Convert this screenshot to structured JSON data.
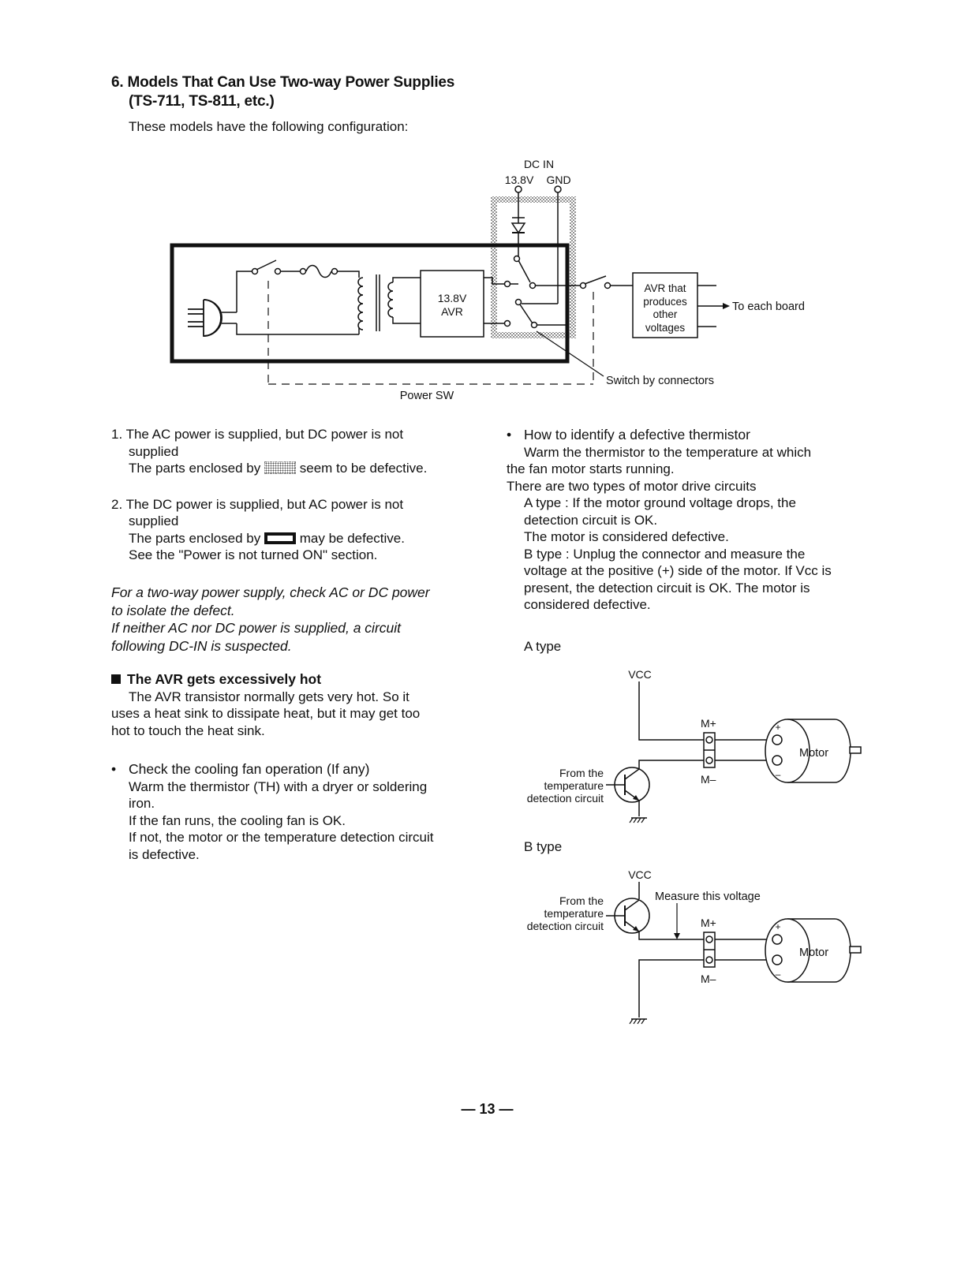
{
  "section": {
    "title_line1": "6. Models That Can Use Two-way Power Supplies",
    "title_line2": "(TS-711, TS-811, etc.)",
    "intro": "These models have the following configuration:"
  },
  "diagram_main": {
    "dc_in": "DC IN",
    "v138": "13.8V",
    "gnd": "GND",
    "avr_line1": "13.8V",
    "avr_line2": "AVR",
    "avr_other_1": "AVR that",
    "avr_other_2": "produces",
    "avr_other_3": "other",
    "avr_other_4": "voltages",
    "to_each_board": "To each board",
    "switch_by_connectors": "Switch by connectors",
    "power_sw": "Power SW"
  },
  "left": {
    "item1_line1": "1. The AC power is supplied, but DC power is not",
    "item1_line2": "supplied",
    "item1_line3a": "The parts enclosed by",
    "item1_line3b": "seem to be defective.",
    "item2_line1": "2. The DC power is supplied, but AC power is not",
    "item2_line2": "supplied",
    "item2_line3a": "The parts enclosed by",
    "item2_line3b": "may be defective.",
    "item2_line4": "See the \"Power is not turned ON\" section.",
    "italic_1": "For a two-way power supply, check AC or DC power",
    "italic_2": "to isolate the defect.",
    "italic_3": "If neither AC nor DC power is supplied, a circuit",
    "italic_4": "following DC-IN is suspected.",
    "avr_head": "The AVR gets excessively hot",
    "avr_1": "The AVR transistor normally gets very hot.  So it",
    "avr_2": "uses a heat sink to dissipate heat, but it may get too",
    "avr_3": "hot to touch the heat sink.",
    "fan_head": "Check the cooling fan operation  (If any)",
    "fan_1": "Warm the thermistor (TH) with a dryer or soldering",
    "fan_2": "iron.",
    "fan_3": "If the fan runs, the cooling fan is OK.",
    "fan_4": "If not, the motor or the temperature detection circuit",
    "fan_5": "is defective."
  },
  "right": {
    "therm_head": "How to identify a defective thermistor",
    "therm_1": "Warm the thermistor to the temperature at which",
    "therm_2": "the fan motor starts running.",
    "therm_3": "There are two types of motor drive circuits",
    "a_1": "A type : If the motor ground voltage drops, the",
    "a_2": "detection circuit is OK.",
    "a_3": "The motor is considered defective.",
    "b_1": "B type : Unplug the connector and measure the",
    "b_2": "voltage at the positive (+) side of the motor.  If Vcc is",
    "b_3": "present, the detection circuit is OK.  The motor is",
    "b_4": "considered defective.",
    "a_type_label": "A type",
    "b_type_label": "B type"
  },
  "circuit_a": {
    "vcc": "VCC",
    "m_plus": "M+",
    "m_minus": "M–",
    "motor": "Motor",
    "from1": "From the",
    "from2": "temperature",
    "from3": "detection circuit",
    "plus": "+",
    "minus": "–"
  },
  "circuit_b": {
    "vcc": "VCC",
    "measure": "Measure this voltage",
    "m_plus": "M+",
    "m_minus": "M–",
    "motor": "Motor",
    "from1": "From the",
    "from2": "temperature",
    "from3": "detection circuit",
    "plus": "+",
    "minus": "–"
  },
  "page_number": "— 13 —"
}
